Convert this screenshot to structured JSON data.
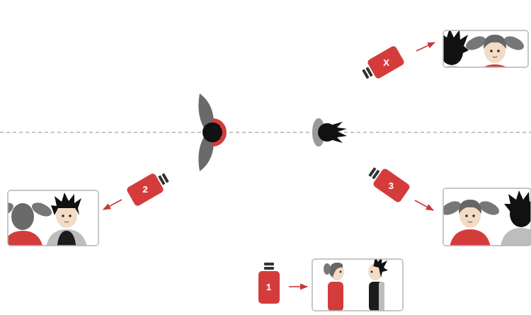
{
  "diagram": {
    "nodes": [
      {
        "text": [
          "X"
        ]
      },
      {
        "text": [
          "2"
        ]
      },
      {
        "text": [
          "3"
        ]
      },
      {
        "text": [
          "1"
        ]
      }
    ]
  }
}
